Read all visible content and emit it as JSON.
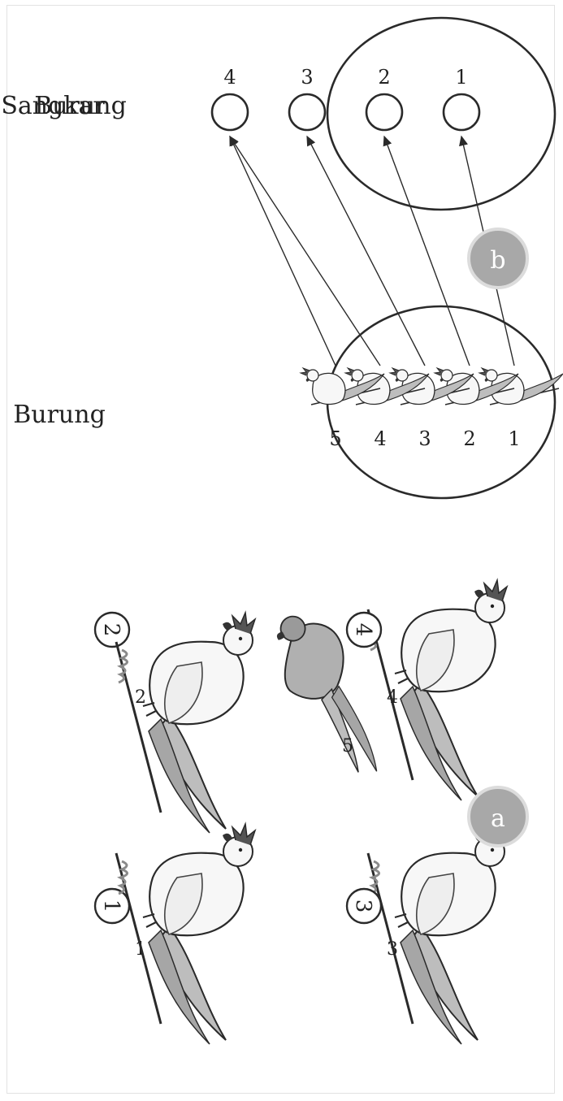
{
  "panel_a": {
    "badge": "a",
    "cards": [
      {
        "circle_label": "1",
        "bird_label": "1"
      },
      {
        "circle_label": "2",
        "bird_label": "2"
      },
      {
        "circle_label": "3",
        "bird_label": "3"
      },
      {
        "circle_label": "4",
        "bird_label": "4",
        "second_bird_label": "5"
      }
    ]
  },
  "panel_b": {
    "badge": "b",
    "birds_title": "Burung",
    "cages_title_line1": "Sangkar",
    "cages_title_line2": "Burung",
    "birds": [
      "1",
      "2",
      "3",
      "4",
      "5"
    ],
    "cages": [
      "1",
      "2",
      "3",
      "4"
    ],
    "mapping": [
      [
        1,
        1
      ],
      [
        2,
        2
      ],
      [
        3,
        3
      ],
      [
        4,
        4
      ],
      [
        5,
        4
      ]
    ]
  },
  "colors": {
    "ink": "#2a2a2a",
    "badge": "#a8a8a8",
    "feather": "#9b9b9b"
  }
}
